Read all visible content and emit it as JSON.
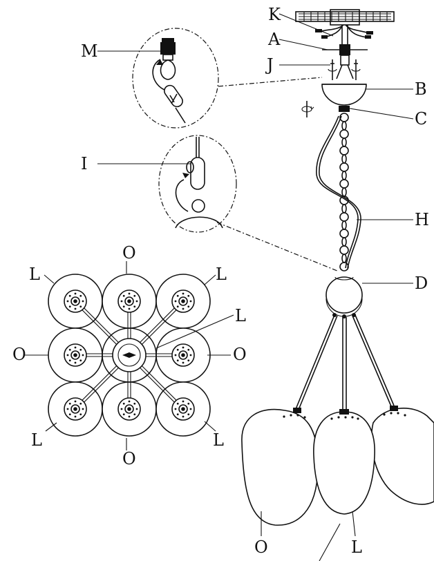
{
  "labels": {
    "K": "K",
    "A": "A",
    "J": "J",
    "M": "M",
    "B": "B",
    "C": "C",
    "I": "I",
    "H": "H",
    "D": "D",
    "L": "L",
    "O": "O"
  },
  "colors": {
    "ink": "#111111",
    "paper": "#ffffff"
  }
}
